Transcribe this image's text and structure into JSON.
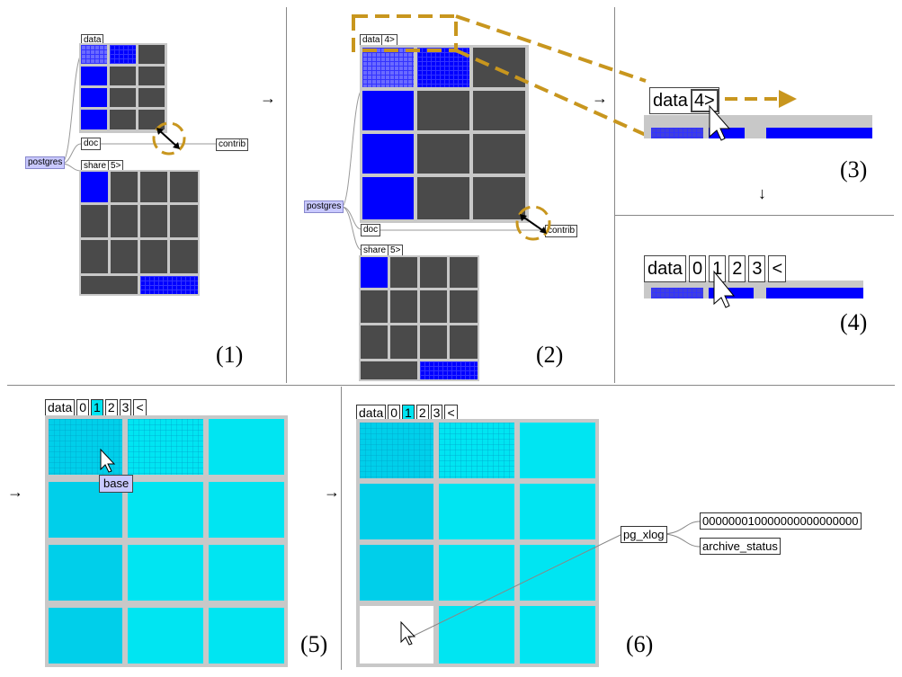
{
  "labels": {
    "data": "data",
    "data_more": "4>",
    "doc": "doc",
    "contrib": "contrib",
    "postgres": "postgres",
    "share": "share",
    "share_more": "5>",
    "page0": "0",
    "page1": "1",
    "page2": "2",
    "page3": "3",
    "collapse": "<",
    "tooltip_base": "base",
    "pg_xlog": "pg_xlog",
    "xlog_file": "000000010000000000000000",
    "archive_status": "archive_status"
  },
  "steps": {
    "s1": "(1)",
    "s2": "(2)",
    "s3": "(3)",
    "s4": "(4)",
    "s5": "(5)",
    "s6": "(6)"
  },
  "colors": {
    "dark_tile": "#4a4a4a",
    "blue_tile": "#0000ff",
    "cyan_tile": "#00e5f2",
    "highlight_dash": "#c8961e",
    "postgres_bg": "#c9c9ff"
  }
}
